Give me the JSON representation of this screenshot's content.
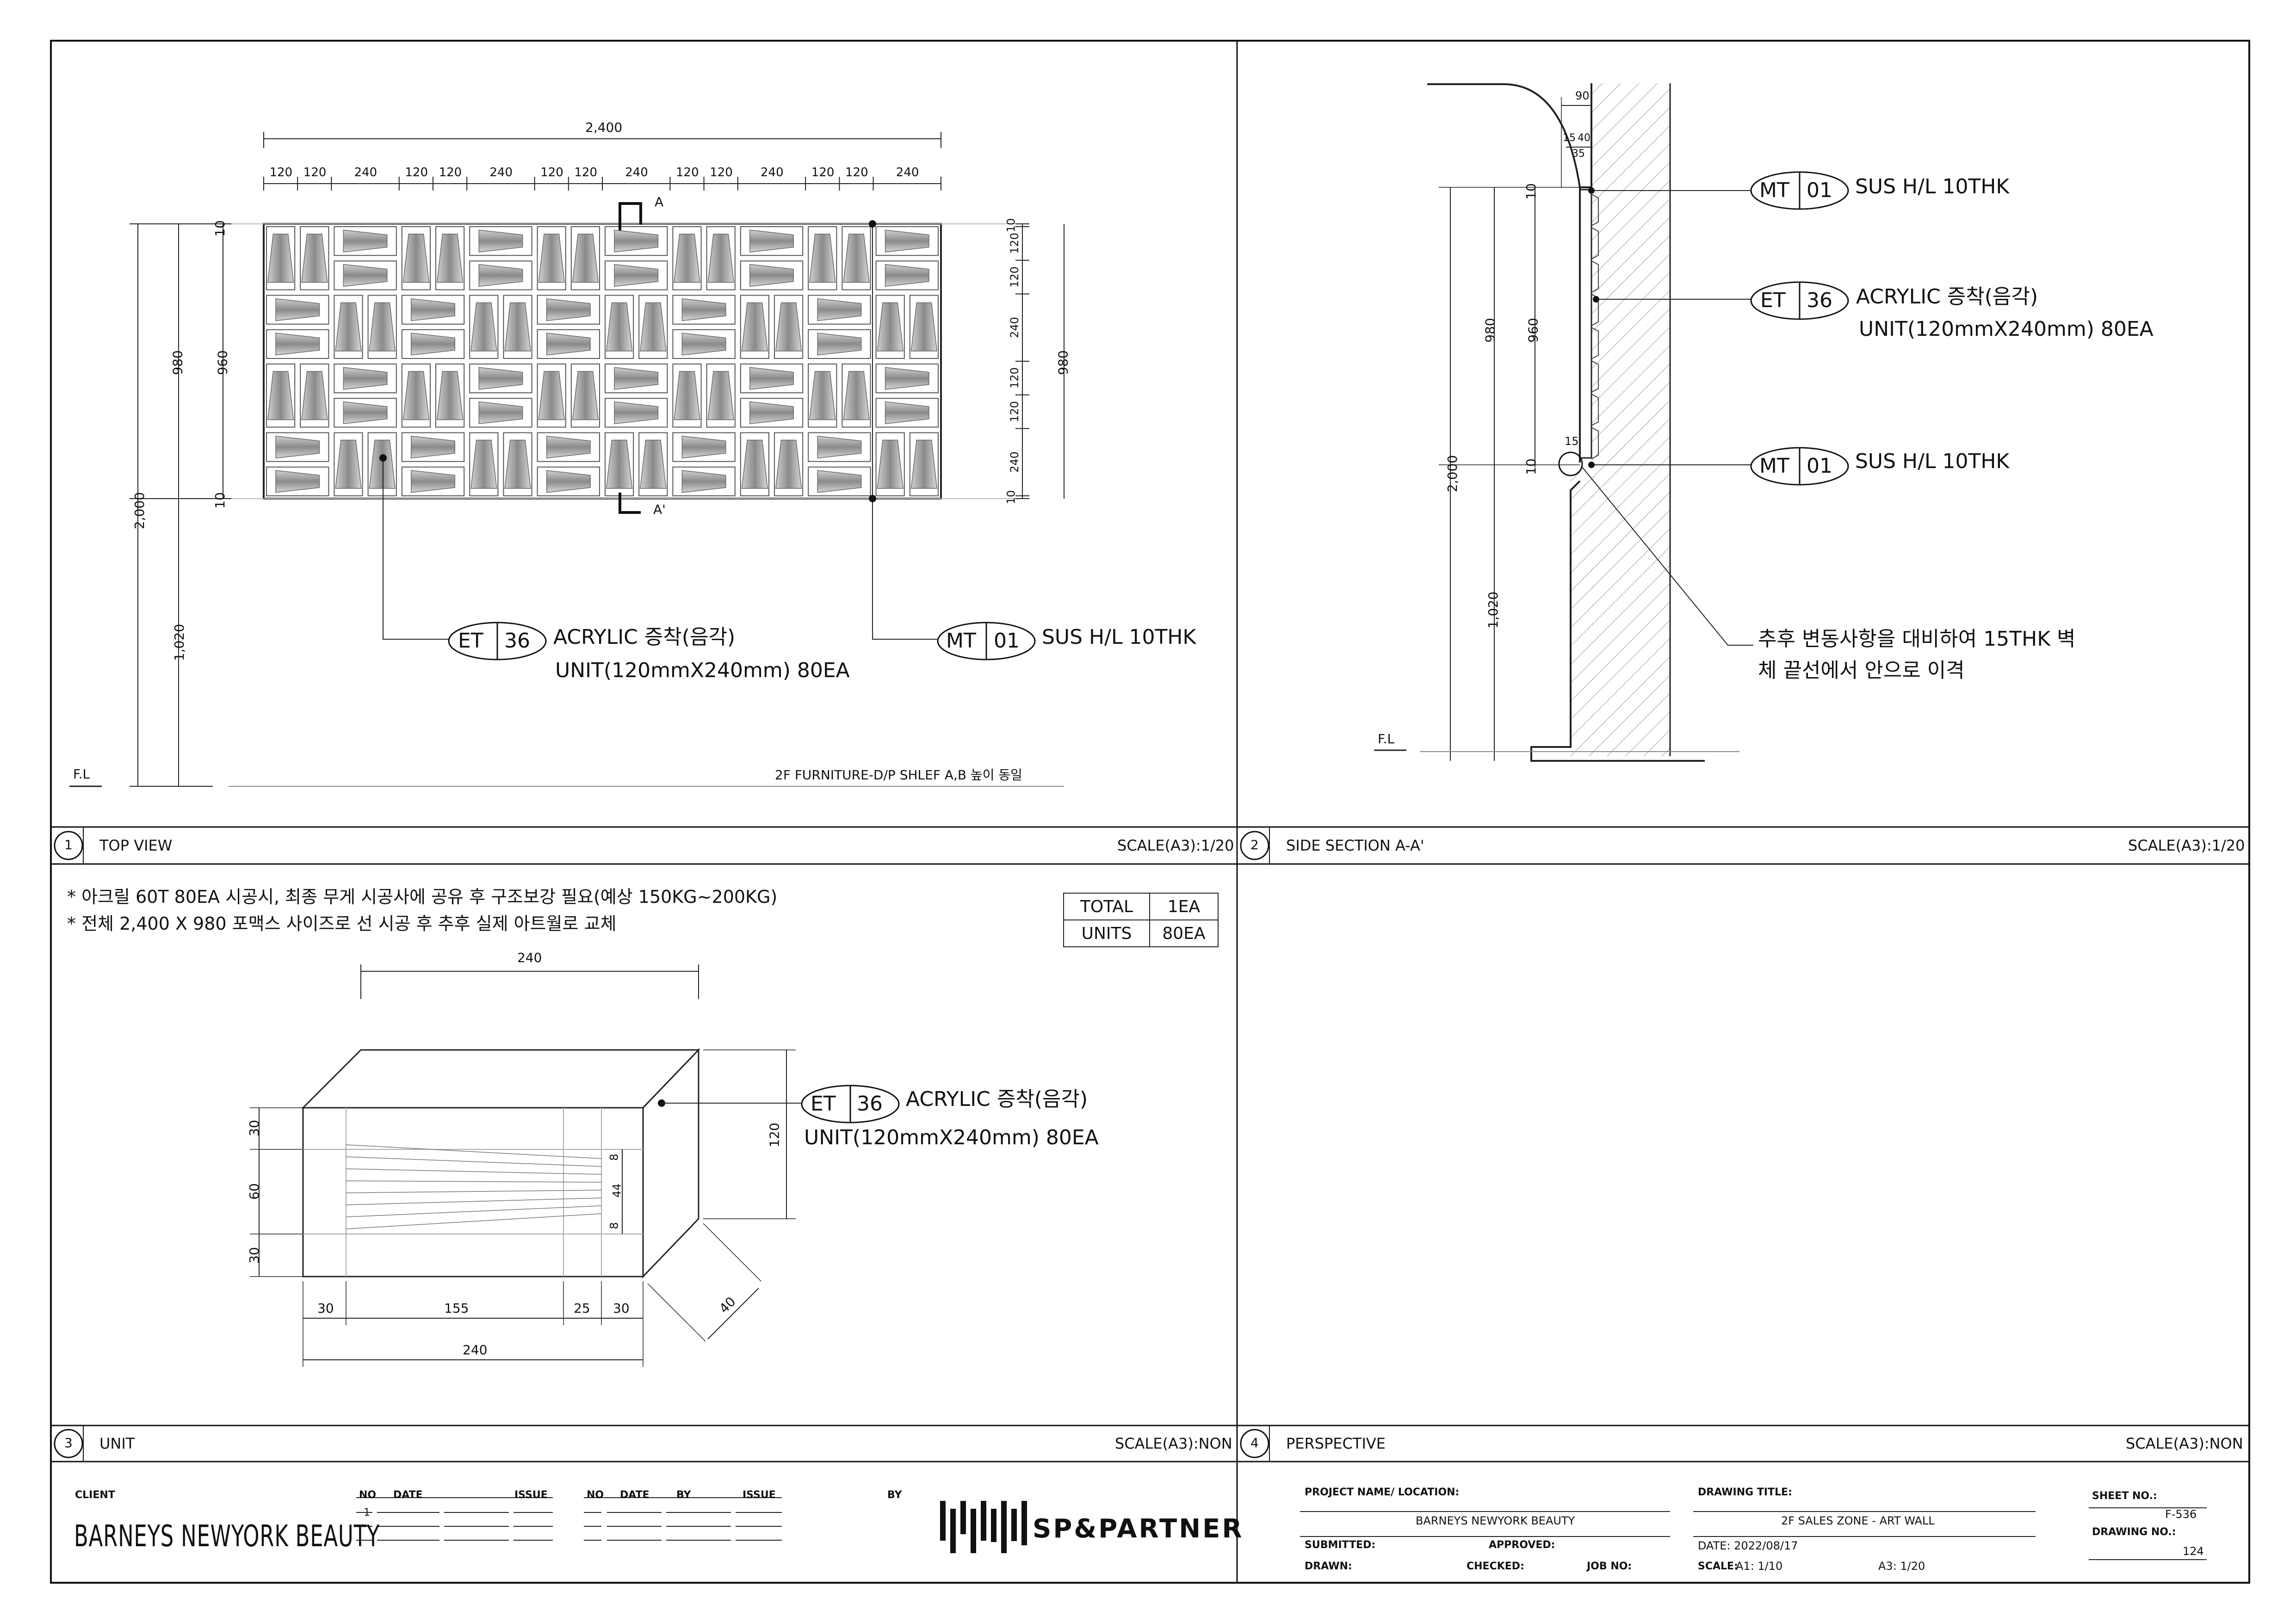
{
  "panels": [
    {
      "number": "1",
      "title": "TOP VIEW",
      "scale": "SCALE(A3):1/20"
    },
    {
      "number": "2",
      "title": "SIDE SECTION A-A'",
      "scale": "SCALE(A3):1/20"
    },
    {
      "number": "3",
      "title": "UNIT",
      "scale": "SCALE(A3):NON"
    },
    {
      "number": "4",
      "title": "PERSPECTIVE",
      "scale": "SCALE(A3):NON"
    }
  ],
  "top_view": {
    "overall_width": "2,400",
    "modules": [
      "120",
      "120",
      "240",
      "120",
      "120",
      "240",
      "120",
      "120",
      "240",
      "120",
      "120",
      "240",
      "120",
      "120",
      "240"
    ],
    "left_dims": {
      "total": "2,000",
      "height": "980",
      "inner": "960",
      "base": "1,020",
      "top_gap": "10",
      "bottom_gap": "10"
    },
    "right_dims": {
      "total": "980",
      "rows": [
        "10",
        "120",
        "120",
        "240",
        "120",
        "120",
        "240",
        "10"
      ]
    },
    "section_marks": {
      "a": "A",
      "a_prime": "A'"
    },
    "fl": "F.L",
    "floor_note": "2F FURNITURE-D/P SHLEF A,B 높이 동일"
  },
  "callouts": {
    "et36": {
      "code": "ET",
      "num": "36",
      "text1": "ACRYLIC 증착(음각)",
      "text2": "UNIT(120mmX240mm) 80EA"
    },
    "mt01": {
      "code": "MT",
      "num": "01",
      "text1": "SUS H/L 10THK"
    }
  },
  "side_section": {
    "top_dims": {
      "width": "90",
      "a": "15",
      "b": "40",
      "c": "35"
    },
    "left_dims": {
      "total": "2,000",
      "outer": "980",
      "inner": "960",
      "base": "1,020",
      "gap_top": "10",
      "gap_bottom": "10",
      "small": "15"
    },
    "note_line1": "추후 변동사항을 대비하여 15THK 벽",
    "note_line2": "체 끝선에서 안으로 이격",
    "fl": "F.L"
  },
  "unit": {
    "note1": "* 아크릴 60T 80EA 시공시, 최종 무게 시공사에 공유 후 구조보강 필요(예상 150KG~200KG)",
    "note2": "* 전체 2,400 X 980 포맥스 사이즈로 선 시공 후 추후 실제 아트월로 교체",
    "table": [
      [
        "TOTAL",
        "1EA"
      ],
      [
        "UNITS",
        "80EA"
      ]
    ],
    "dims": {
      "top": "240",
      "bottom": "240",
      "b1": "30",
      "b2": "155",
      "b3": "25",
      "b4": "30",
      "l1": "30",
      "l2": "60",
      "l3": "30",
      "r_height": "120",
      "depth": "40",
      "i1": "8",
      "i2": "44",
      "i3": "8"
    }
  },
  "title_block": {
    "client_label": "CLIENT",
    "client_name": "BARNEYS NEWYORK BEAUTY",
    "rev1_headers": [
      "NO",
      "DATE",
      "ISSUE"
    ],
    "rev1_first_no": "1",
    "rev2_headers": [
      "NO",
      "DATE",
      "BY",
      "ISSUE"
    ],
    "by_label": "BY",
    "company": "SP&PARTNER",
    "project_label": "PROJECT NAME/ LOCATION:",
    "project_name": "BARNEYS NEWYORK BEAUTY",
    "submitted": "SUBMITTED:",
    "approved": "APPROVED:",
    "drawn": "DRAWN:",
    "checked": "CHECKED:",
    "job_no": "JOB NO:",
    "drawing_title_label": "DRAWING TITLE:",
    "drawing_title": "2F SALES ZONE - ART WALL",
    "date": "DATE: 2022/08/17",
    "scale_label": "SCALE:",
    "scale_a1": "A1: 1/10",
    "scale_a3": "A3: 1/20",
    "sheet_no_label": "SHEET NO.:",
    "sheet_no": "F-536",
    "drawing_no_label": "DRAWING NO.:",
    "drawing_no": "124"
  }
}
